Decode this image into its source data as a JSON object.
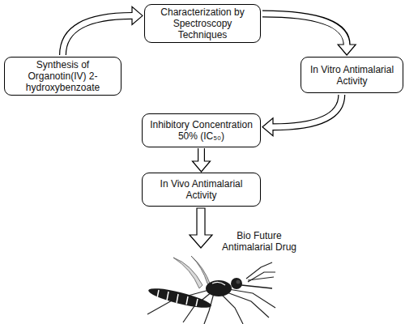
{
  "diagram": {
    "nodes": [
      {
        "text": [
          "Characterization by Spectroscopy Techniques"
        ]
      },
      {
        "text": [
          "Synthesis of Organotin(IV) 2-hydroxybenzoate"
        ]
      },
      {
        "text": [
          "In Vitro Antimalarial Activity"
        ]
      },
      {
        "text": [
          "Inhibitory Concentration 50% (IC₅₀)"
        ]
      },
      {
        "text": [
          "In Vivo Antimalarial Activity"
        ]
      }
    ],
    "edges": [
      {
        "from": 1,
        "to": 0,
        "arrow": "to"
      },
      {
        "from": 0,
        "to": 2,
        "arrow": "to"
      },
      {
        "from": 2,
        "to": 3,
        "arrow": "to"
      },
      {
        "from": 3,
        "to": 4,
        "arrow": "to"
      }
    ],
    "labels": [
      "Bio Future Antimalarial Drug"
    ]
  }
}
